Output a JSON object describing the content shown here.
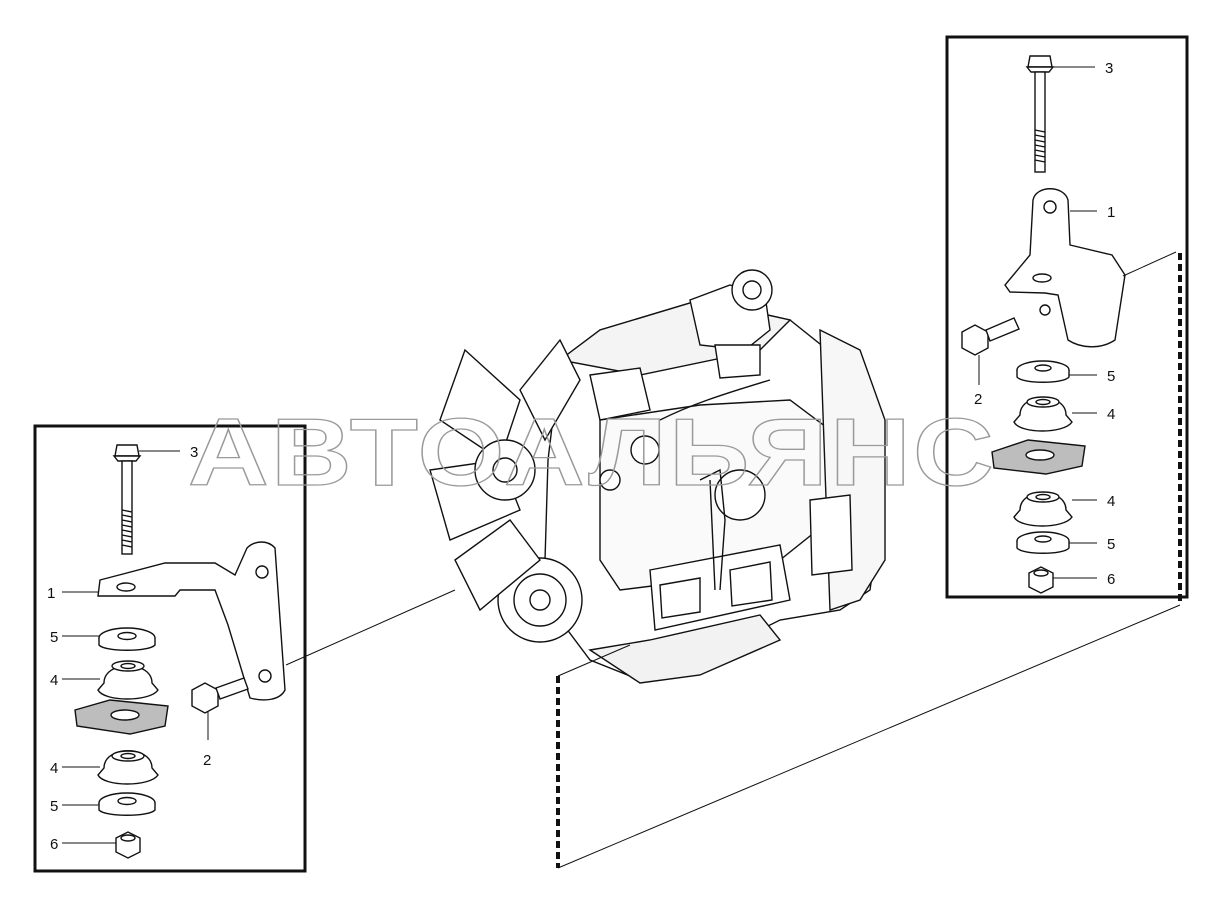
{
  "watermark": "АВТОАЛЬЯНС",
  "left_assembly": {
    "callouts": [
      {
        "id": "bolt",
        "text": "3"
      },
      {
        "id": "bracket",
        "text": "1"
      },
      {
        "id": "washer-upper",
        "text": "5"
      },
      {
        "id": "mount-upper",
        "text": "4"
      },
      {
        "id": "mount-lower",
        "text": "4"
      },
      {
        "id": "washer-lower",
        "text": "5"
      },
      {
        "id": "nut",
        "text": "6"
      },
      {
        "id": "side-bolt",
        "text": "2"
      }
    ]
  },
  "right_assembly": {
    "callouts": [
      {
        "id": "bolt",
        "text": "3"
      },
      {
        "id": "bracket",
        "text": "1"
      },
      {
        "id": "side-bolt",
        "text": "2"
      },
      {
        "id": "washer-upper",
        "text": "5"
      },
      {
        "id": "mount-upper",
        "text": "4"
      },
      {
        "id": "mount-lower",
        "text": "4"
      },
      {
        "id": "washer-lower",
        "text": "5"
      },
      {
        "id": "nut",
        "text": "6"
      }
    ]
  }
}
